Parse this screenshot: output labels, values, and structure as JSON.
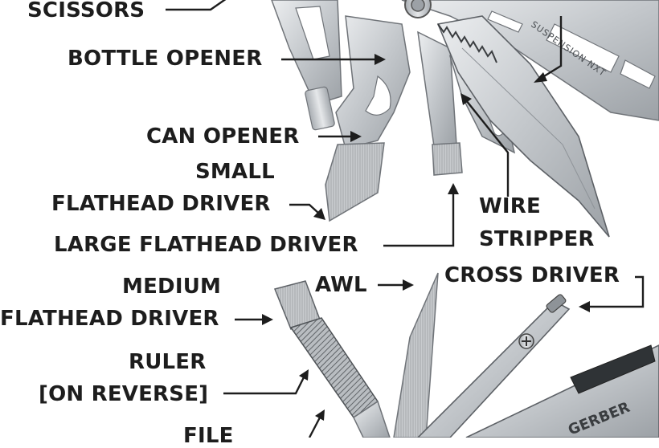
{
  "colors": {
    "background": "#ffffff",
    "text": "#1d1d1d",
    "steel": "#bfc3c7",
    "steel_dark": "#8e9398",
    "steel_light": "#e4e6e8"
  },
  "labels": {
    "scissors": "SCISSORS",
    "bottle_opener": "BOTTLE OPENER",
    "can_opener": "CAN OPENER",
    "small_flathead_line1": "SMALL",
    "small_flathead_line2": "FLATHEAD DRIVER",
    "large_flathead": "LARGE FLATHEAD DRIVER",
    "wire_stripper_line1": "WIRE",
    "wire_stripper_line2": "STRIPPER",
    "cross_driver": "CROSS DRIVER",
    "awl": "AWL",
    "medium_flathead_line1": "MEDIUM",
    "medium_flathead_line2": "FLATHEAD DRIVER",
    "ruler_line1": "RULER",
    "ruler_line2": "[ON REVERSE]",
    "file": "FILE"
  },
  "engravings": {
    "handle_top": "SUSPENSION NXT",
    "handle_bottom": "GERBER"
  }
}
